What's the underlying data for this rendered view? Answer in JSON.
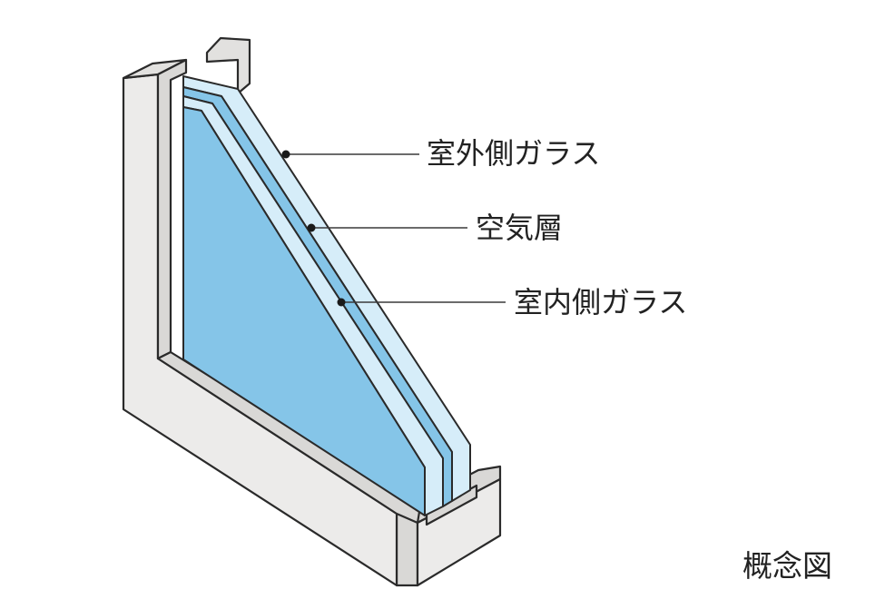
{
  "labels": {
    "outer_glass": "室外側ガラス",
    "air_layer": "空気層",
    "inner_glass": "室内側ガラス"
  },
  "caption": "概念図",
  "colors": {
    "glass_fill": "#85C5E8",
    "glass_edge": "#D6EDF9",
    "frame_fill": "#ECEBEA",
    "frame_shade": "#D9D8D6",
    "outline": "#2A2A2A",
    "leader": "#3A3A3A"
  }
}
